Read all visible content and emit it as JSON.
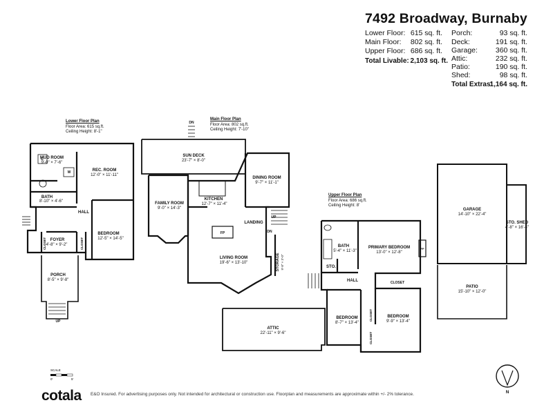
{
  "header": {
    "address": "7492 Broadway, Burnaby",
    "floors": [
      {
        "label": "Lower Floor:",
        "value": "615 sq. ft."
      },
      {
        "label": "Main Floor:",
        "value": "802 sq. ft."
      },
      {
        "label": "Upper Floor:",
        "value": "686 sq. ft."
      }
    ],
    "total_livable": {
      "label": "Total Livable:",
      "value": "2,103 sq. ft."
    },
    "extras": [
      {
        "label": "Porch:",
        "value": "93 sq. ft."
      },
      {
        "label": "Deck:",
        "value": "191 sq. ft."
      },
      {
        "label": "Garage:",
        "value": "360 sq. ft."
      },
      {
        "label": "Attic:",
        "value": "232 sq. ft."
      },
      {
        "label": "Patio:",
        "value": "190 sq. ft."
      },
      {
        "label": "Shed:",
        "value": "98 sq. ft."
      }
    ],
    "total_extras": {
      "label": "Total Extras:",
      "value": "1,164 sq. ft."
    }
  },
  "plans": {
    "lower": {
      "title": "Lower Floor Plan",
      "area": "Floor Area: 615 sq.ft.",
      "ceiling": "Ceiling Height: 8'-1\""
    },
    "main": {
      "title": "Main Floor Plan",
      "area": "Floor Area: 802 sq.ft.",
      "ceiling": "Ceiling Height: 7'-10\""
    },
    "upper": {
      "title": "Upper Floor Plan",
      "area": "Floor Area: 686 sq.ft.",
      "ceiling": "Ceiling Height: 8'"
    }
  },
  "rooms": {
    "mud_room": {
      "name": "MUD ROOM",
      "dim": "9'-0\" × 7'-6\""
    },
    "rec_room": {
      "name": "REC. ROOM",
      "dim": "12'-0\" × 11'-11\""
    },
    "bath_lower": {
      "name": "BATH",
      "dim": "8'-10\" × 4'-6\""
    },
    "hall_lower": {
      "name": "HALL"
    },
    "bedroom_lower": {
      "name": "BEDROOM",
      "dim": "12'-5\" × 14'-5\""
    },
    "foyer": {
      "name": "FOYER",
      "dim": "4'-8\" × 9'-2\""
    },
    "closet_l1": {
      "name": "CLOSET"
    },
    "closet_l2": {
      "name": "CLOSET"
    },
    "porch": {
      "name": "PORCH",
      "dim": "8'-5\" × 9'-8\""
    },
    "sun_deck": {
      "name": "SUN DECK",
      "dim": "23'-7\" × 8'-0\""
    },
    "dining_room": {
      "name": "DINING ROOM",
      "dim": "9'-7\" × 11'-1\""
    },
    "family_room": {
      "name": "FAMILY ROOM",
      "dim": "9'-0\" × 14'-3\""
    },
    "kitchen": {
      "name": "KITCHEN",
      "dim": "12'-7\" × 11'-4\""
    },
    "landing": {
      "name": "LANDING"
    },
    "living_room": {
      "name": "LIVING ROOM",
      "dim": "19'-6\" × 13'-10\""
    },
    "storage": {
      "name": "STORAGE",
      "dim": "9'-8\" × 3'-0\""
    },
    "bath_upper": {
      "name": "BATH",
      "dim": "5'-4\" × 11'-3\""
    },
    "primary_bedroom": {
      "name": "PRIMARY BEDROOM",
      "dim": "13'-0\" × 12'-8\""
    },
    "sto": {
      "name": "STO."
    },
    "hall_upper": {
      "name": "HALL"
    },
    "closet_u1": {
      "name": "CLOSET"
    },
    "closet_u2": {
      "name": "CLOSET"
    },
    "closet_u3": {
      "name": "CLOSET"
    },
    "attic": {
      "name": "ATTIC",
      "dim": "22'-11\" × 9'-6\""
    },
    "bedroom_upper1": {
      "name": "BEDROOM",
      "dim": "8'-7\" × 13'-4\""
    },
    "bedroom_upper2": {
      "name": "BEDROOM",
      "dim": "9'-9\" × 13'-4\""
    },
    "garage": {
      "name": "GARAGE",
      "dim": "14'-10\" × 22'-4\""
    },
    "sto_shed": {
      "name": "STO. SHED",
      "dim": "4'-8\" × 16'-4\""
    },
    "patio": {
      "name": "PATIO",
      "dim": "15'-10\" × 12'-0\""
    }
  },
  "marks": {
    "fp": "FP",
    "up": "UP",
    "dn": "DN",
    "w": "W",
    "d": "D"
  },
  "scale": {
    "label": "SCALE",
    "zero": "0'",
    "five": "5'"
  },
  "compass": {
    "north": "N"
  },
  "footer": {
    "logo": "cotala",
    "disclaimer": "E&O Insured. For advertising purposes only. Not intended for architectural or construction use. Floorplan and measurements are approximate within +/- 2% tolerance."
  }
}
